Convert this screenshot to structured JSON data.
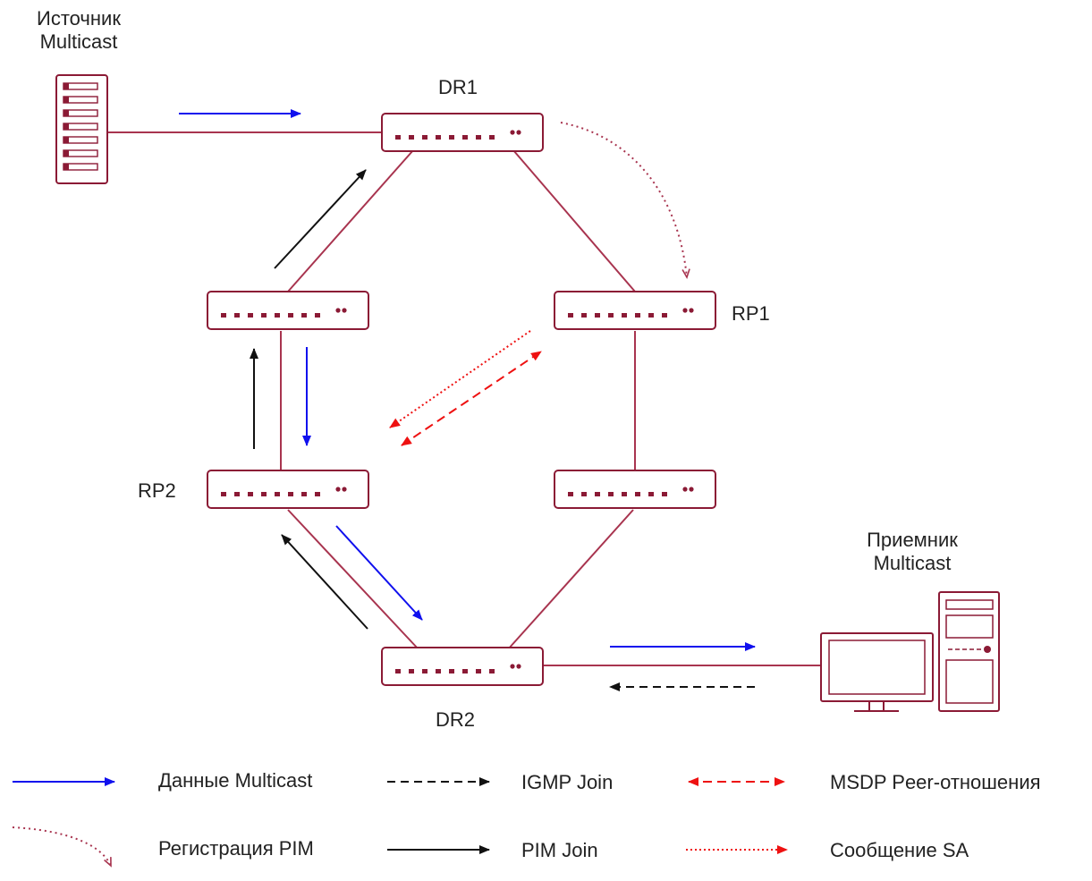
{
  "labels": {
    "source": [
      "Источник",
      "Multicast"
    ],
    "receiver": [
      "Приемник",
      "Multicast"
    ],
    "dr1": "DR1",
    "dr2": "DR2",
    "rp1": "RP1",
    "rp2": "RP2"
  },
  "legend": {
    "multicast_data": "Данные Multicast",
    "igmp_join": "IGMP Join",
    "msdp_peer": "MSDP Peer-отношения",
    "pim_register": "Регистрация PIM",
    "pim_join": "PIM Join",
    "sa_message": "Сообщение SA"
  },
  "colors": {
    "device": "#8b1a35",
    "link": "#a8344f",
    "multicast_data": "#1010ee",
    "pim": "#111111",
    "msdp": "#ee1111",
    "register": "#a8344f"
  },
  "icons": {
    "router": "router-icon",
    "server": "server-icon",
    "computer": "computer-icon"
  }
}
